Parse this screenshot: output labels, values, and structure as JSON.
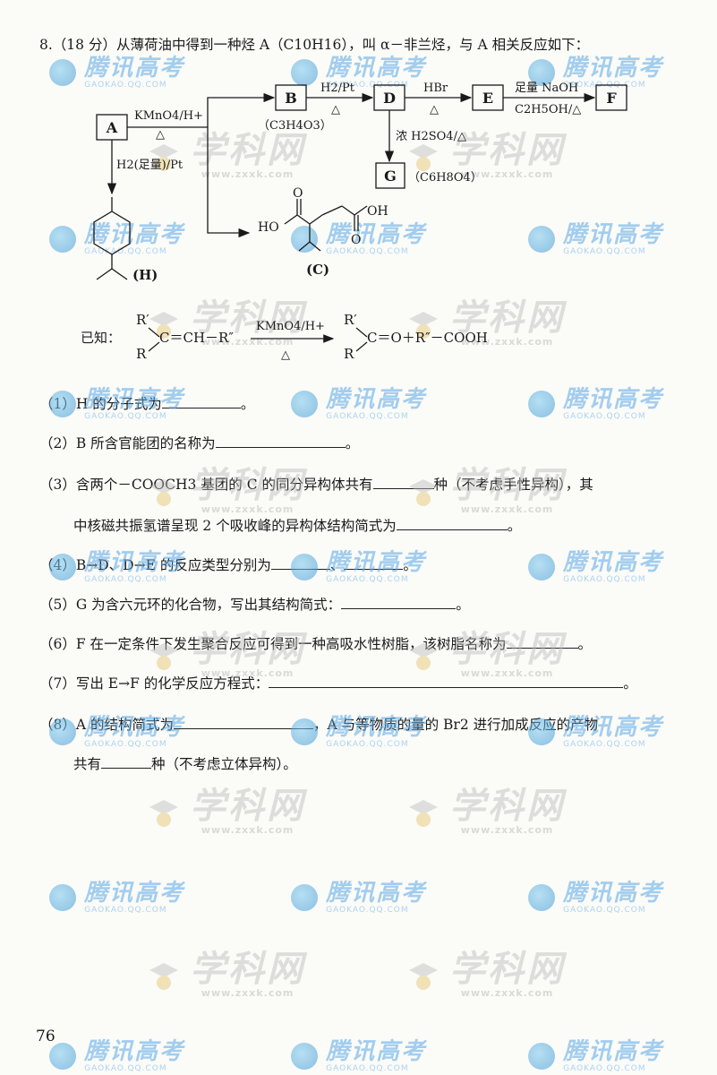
{
  "question": {
    "intro": "8.（18 分）从薄荷油中得到一种烃 A（C10H16），叫 α－非兰烃，与 A 相关反应如下：",
    "scheme": {
      "node_a": "A",
      "node_b": "B",
      "node_b_formula": "（C3H4O3）",
      "node_c_label": "(C)",
      "node_d": "D",
      "node_e": "E",
      "node_f": "F",
      "node_g": "G",
      "node_g_formula": "（C6H8O4）",
      "node_h_label": "(H)",
      "reagent_a_to_b": "KMnO4/H+",
      "reagent_b_to_d": "H2/Pt",
      "reagent_d_to_e": "HBr",
      "reagent_e_to_f_top": "足量 NaOH",
      "reagent_e_to_f_bottom": "C2H5OH/△",
      "reagent_d_to_g": "浓 H2SO4/△",
      "reagent_a_to_h": "H2(足量)/Pt",
      "heat": "△",
      "c_group_left": "HO",
      "c_group_right": "OH",
      "c_o_left": "O",
      "c_o_right": "O"
    },
    "known": {
      "label": "已知：",
      "r_prime": "R′",
      "r": "R",
      "reactant_tail": "C＝CH－R″",
      "reagent": "KMnO4/H+",
      "heat": "△",
      "product": "C＝O＋R″－COOH"
    },
    "parts": [
      "（1）H 的分子式为",
      "（2）B 所含官能团的名称为",
      "（3）含两个－COOCH3 基团的 C 的同分异构体共有",
      "种（不考虑手性异构），其",
      "中核磁共振氢谱呈现 2 个吸收峰的异构体结构简式为",
      "（4）B→D、D→E 的反应类型分别为",
      "（5）G 为含六元环的化合物，写出其结构简式：",
      "（6）F 在一定条件下发生聚合反应可得到一种高吸水性树脂，该树脂名称为",
      "（7）写出 E→F 的化学反应方程式：",
      "（8）A 的结构简式为",
      "，A 与等物质的量的 Br2 进行加成反应的产物",
      "共有",
      "种（不考虑立体异构）。"
    ],
    "punct_period": "。",
    "punct_comma": "、"
  },
  "watermarks": {
    "tx_big": "腾讯高考",
    "tx_small": "GAOKAO.QQ.COM",
    "xk_big": "学科网",
    "xk_small": "www.zxxk.com"
  },
  "page_number": "76"
}
